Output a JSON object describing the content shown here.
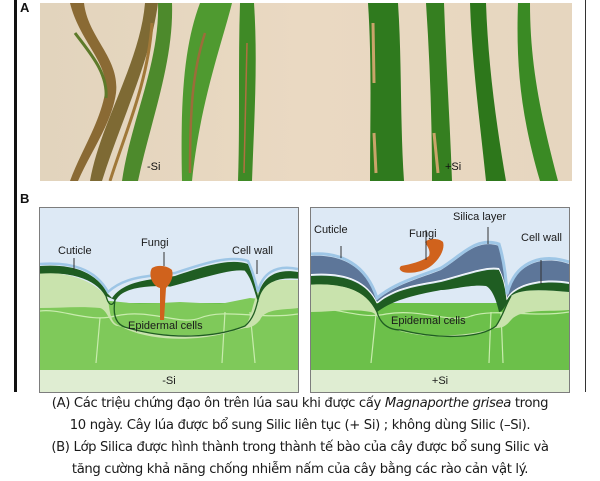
{
  "figure": {
    "panel_a": {
      "label": "A",
      "left_tag": "-Si",
      "right_tag": "+Si"
    },
    "panel_b": {
      "label": "B",
      "left_diagram": {
        "labels": {
          "cuticle": "Cuticle",
          "fungi": "Fungi",
          "cell_wall": "Cell wall",
          "epidermal": "Epidermal cells"
        },
        "footer": "-Si"
      },
      "right_diagram": {
        "labels": {
          "cuticle": "Cuticle",
          "fungi": "Fungi",
          "silica": "Silica layer",
          "cell_wall": "Cell wall",
          "epidermal": "Epidermal cells"
        },
        "footer": "+Si"
      }
    },
    "colors": {
      "sky": "#dde9f5",
      "cuticle": "#9ec6e6",
      "cell_wall": "#1f5d22",
      "silica": "#5d7699",
      "epidermal": "#c9e3ad",
      "mesophyll": "#6cc04a",
      "fungi": "#d0621c"
    }
  },
  "caption": {
    "line1_pre": "(A) Các triệu chứng đạo ôn trên lúa sau khi được cấy ",
    "line1_italic": "Magnaporthe grisea",
    "line1_post": " trong",
    "line2": "10 ngày. Cây lúa được bổ sung Silic liên tục (+ Si) ; không dùng Silic (–Si).",
    "line3": "(B) Lớp Silica được hình thành trong thành tế bào của cây được bổ sung Silic và",
    "line4": "tăng cường khả năng chống nhiễm nấm của cây bằng các rào cản vật lý."
  }
}
